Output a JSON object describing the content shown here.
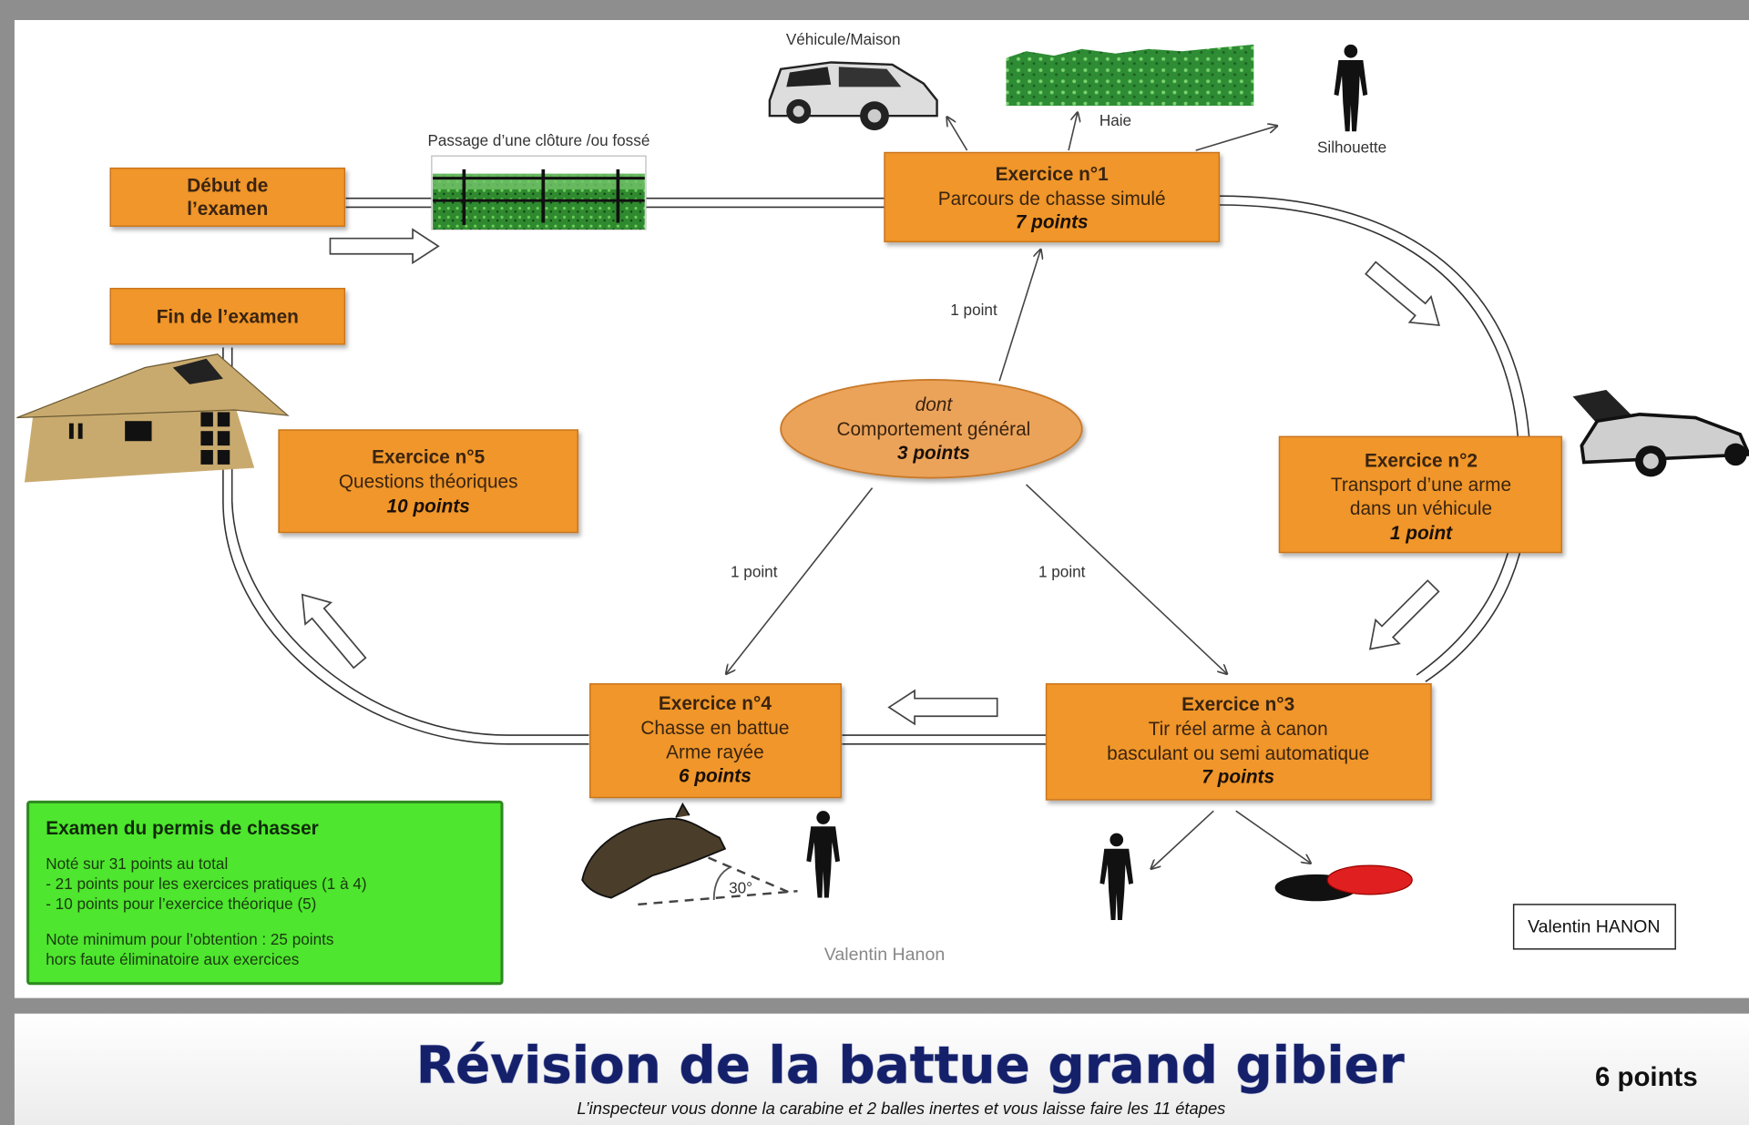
{
  "slide": {
    "footer": {
      "title": "Révision de la battue grand gibier",
      "subtitle": "L’inspecteur vous donne la carabine et 2 balles inertes et vous laisse faire les 11 étapes",
      "points": "6 points"
    },
    "author_box": "Valentin HANON",
    "watermark": "Valentin Hanon"
  },
  "diagram": {
    "start": {
      "line1": "Début de",
      "line2": "l’examen"
    },
    "end": {
      "label": "Fin de l’examen"
    },
    "fence_label": "Passage d’une clôture /ou fossé",
    "targets": {
      "vehicle": "Véhicule/Maison",
      "hedge": "Haie",
      "silhouette": "Silhouette"
    },
    "exercises": [
      {
        "title": "Exercice n°1",
        "lines": [
          "Parcours de chasse simulé"
        ],
        "points": "7 points"
      },
      {
        "title": "Exercice n°2",
        "lines": [
          "Transport d’une arme",
          "dans un véhicule"
        ],
        "points": "1 point"
      },
      {
        "title": "Exercice n°3",
        "lines": [
          "Tir réel arme à canon",
          "basculant ou semi automatique"
        ],
        "points": "7 points"
      },
      {
        "title": "Exercice n°4",
        "lines": [
          "Chasse en battue",
          "Arme rayée"
        ],
        "points": "6 points"
      },
      {
        "title": "Exercice n°5",
        "lines": [
          "Questions théoriques"
        ],
        "points": "10 points"
      }
    ],
    "behavior": {
      "prefix": "dont",
      "label": "Comportement général",
      "points": "3 points"
    },
    "links": [
      {
        "to": "Exercice n°1",
        "label": "1 point"
      },
      {
        "to": "Exercice n°4",
        "label": "1 point"
      },
      {
        "to": "Exercice n°3",
        "label": "1 point"
      }
    ],
    "angle_label": "30°",
    "summary": {
      "title": "Examen du permis de chasser",
      "lines": [
        "Noté sur 31 points au total",
        "-  21 points pour les exercices pratiques (1 à 4)",
        "-  10 points pour l’exercice théorique (5)"
      ],
      "minimum": [
        "Note minimum pour l’obtention : 25 points",
        "hors faute éliminatoire aux exercices"
      ]
    }
  },
  "colors": {
    "box_orange": "#f0962c",
    "summary_green": "#4ee62e",
    "title_navy": "#14206a",
    "clay_red": "#e02020"
  }
}
